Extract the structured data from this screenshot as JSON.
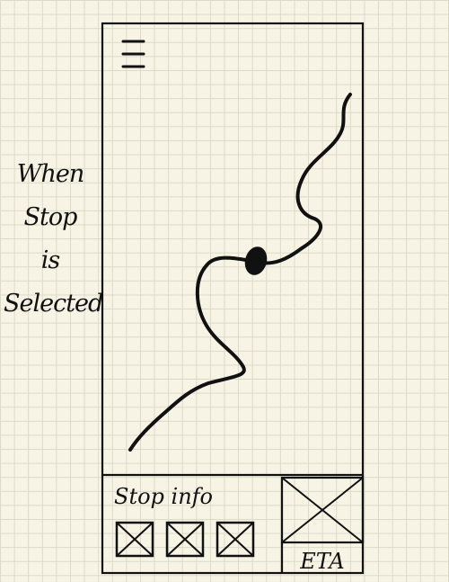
{
  "side_note": {
    "lines": [
      "When",
      "Stop",
      "is",
      "Selected"
    ]
  },
  "menu": {
    "icon": "hamburger-menu-icon"
  },
  "map": {
    "route_icon": "route-line",
    "marker_icon": "selected-stop-marker"
  },
  "bottom_panel": {
    "stop_info_label": "Stop info",
    "thumbnail_count": 3,
    "thumbnail_icon": "image-placeholder-icon",
    "eta_image_icon": "image-placeholder-icon",
    "eta_label": "ETA"
  },
  "colors": {
    "paper": "#f7f4e6",
    "grid": "#dcd9c6",
    "ink": "#111111"
  }
}
